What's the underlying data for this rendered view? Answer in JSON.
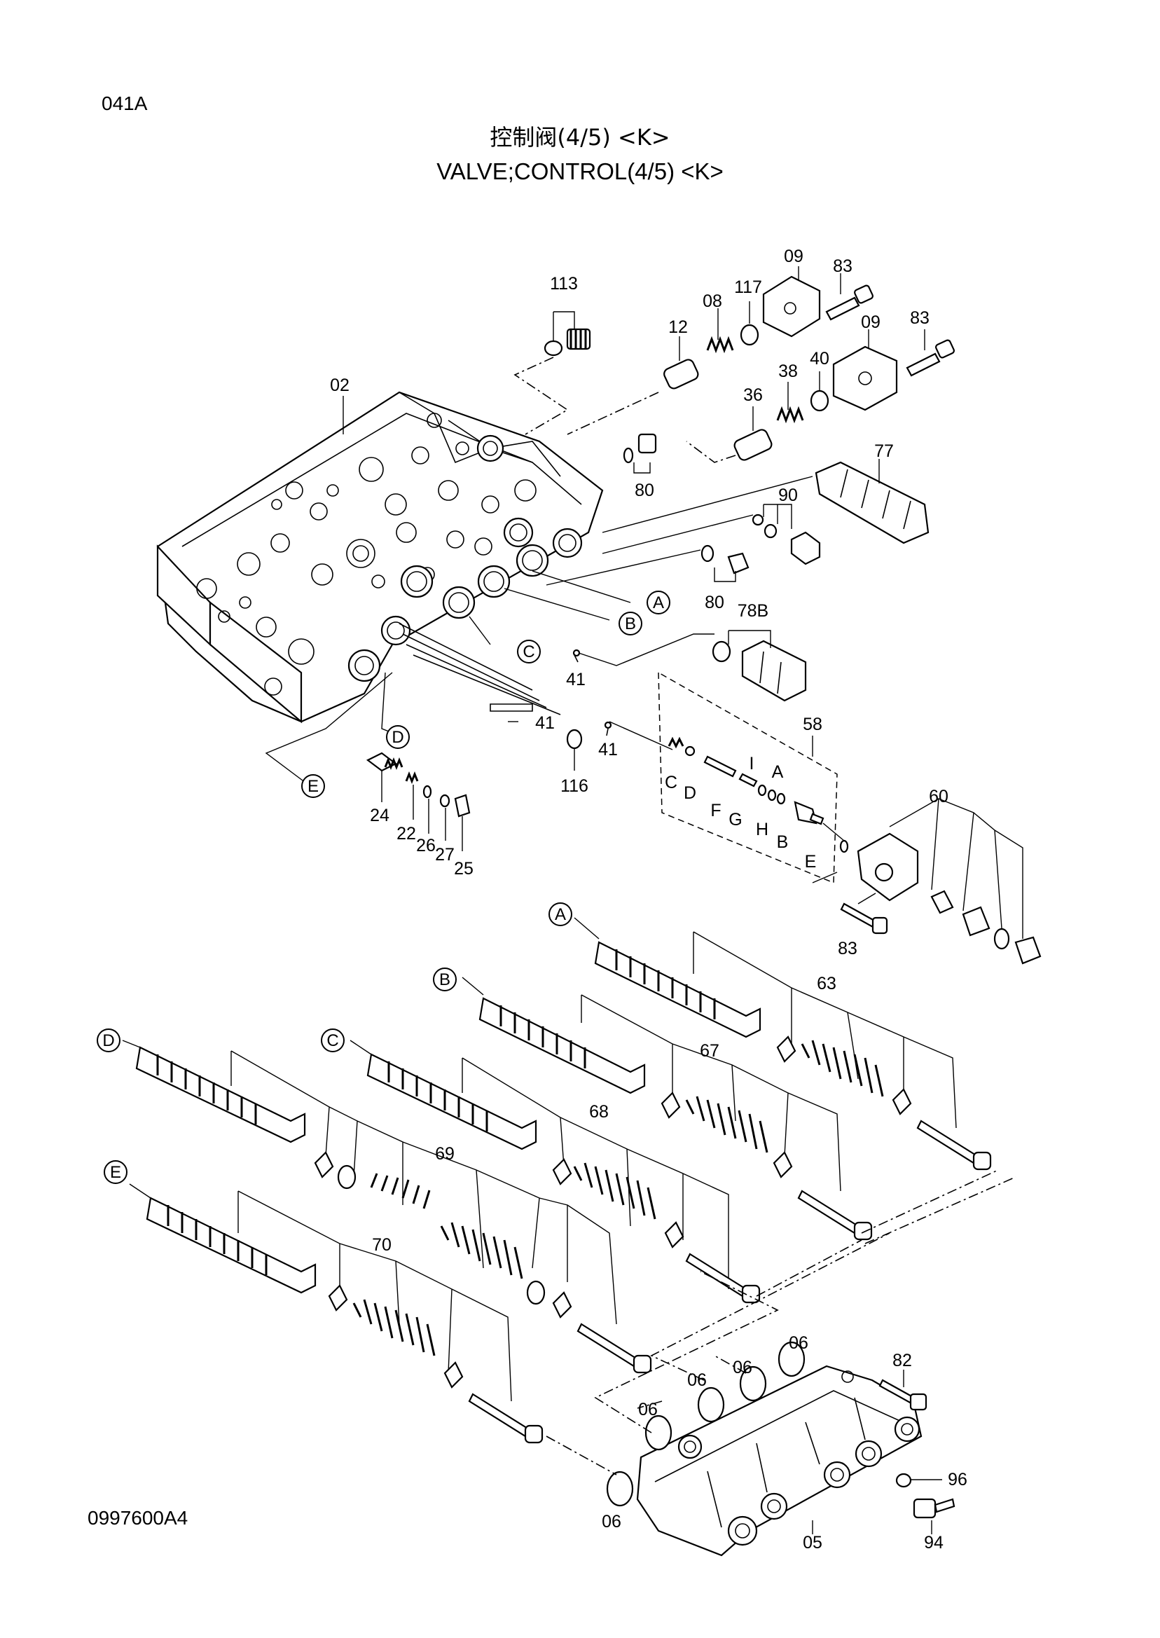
{
  "header": {
    "page_id": "041A",
    "title_cn": "控制阀(4/5) <K>",
    "title_en": "VALVE;CONTROL(4/5)  <K>"
  },
  "footer": {
    "doc_number": "0997600A4"
  },
  "part_labels": {
    "p02": "02",
    "p113": "113",
    "p12": "12",
    "p08": "08",
    "p117": "117",
    "p09a": "09",
    "p83a": "83",
    "p09b": "09",
    "p83b": "83",
    "p36": "36",
    "p38": "38",
    "p40": "40",
    "p77": "77",
    "p80a": "80",
    "p90": "90",
    "p80b": "80",
    "p78B": "78B",
    "p41a": "41",
    "p41b": "41",
    "p41c": "41",
    "p116": "116",
    "p58": "58",
    "p60": "60",
    "p24": "24",
    "p22": "22",
    "p26": "26",
    "p27": "27",
    "p25": "25",
    "p83c": "83",
    "p63": "63",
    "p67": "67",
    "p68": "68",
    "p69": "69",
    "p70": "70",
    "p82": "82",
    "p96": "96",
    "p94": "94",
    "p05": "05",
    "p06a": "06",
    "p06b": "06",
    "p06c": "06",
    "p06d": "06",
    "p06e": "06"
  },
  "ref_markers": {
    "A": "A",
    "B": "B",
    "C": "C",
    "D": "D",
    "E": "E"
  },
  "kit_letters": {
    "C": "C",
    "D": "D",
    "F": "F",
    "G": "G",
    "I": "I",
    "H": "H",
    "A": "A",
    "B": "B",
    "E": "E"
  }
}
